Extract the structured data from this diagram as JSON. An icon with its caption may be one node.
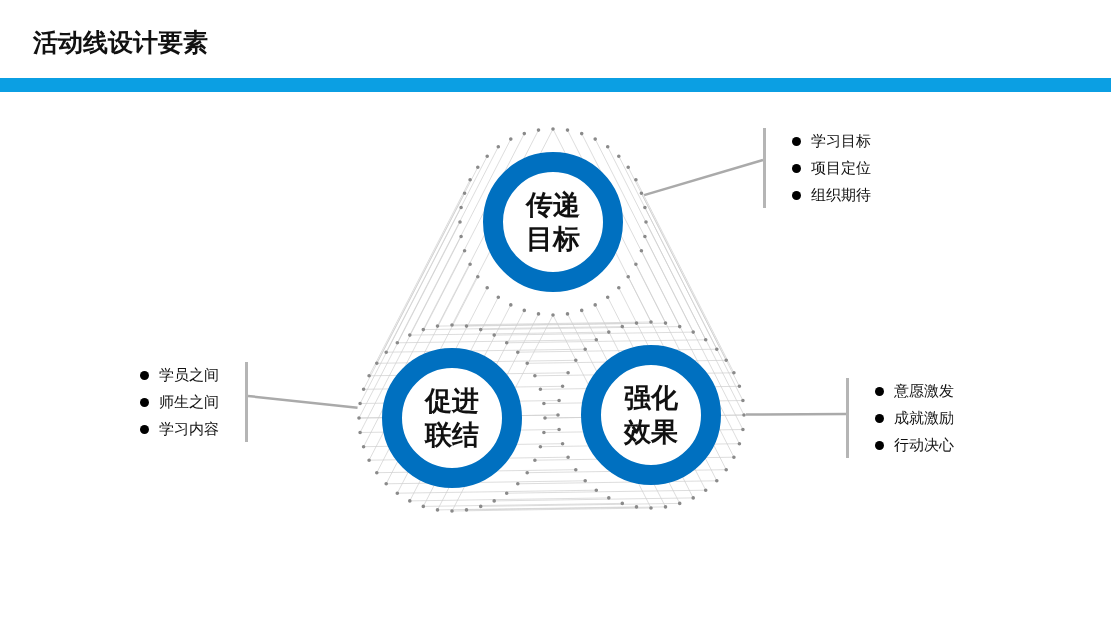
{
  "diagram": {
    "title": "活动线设计要素",
    "nodes": [
      {
        "text": [
          "传递目标"
        ]
      },
      {
        "text": [
          "促进联结"
        ]
      },
      {
        "text": [
          "强化效果"
        ]
      },
      {
        "text": [
          "学习目标",
          "项目定位",
          "组织期待"
        ]
      },
      {
        "text": [
          "学员之间",
          "师生之间",
          "学习内容"
        ]
      },
      {
        "text": [
          "意愿激发",
          "成就激励",
          "行动决心"
        ]
      }
    ],
    "edges": [
      {
        "from": 3,
        "to": 0,
        "arrow": "none"
      },
      {
        "from": 4,
        "to": 1,
        "arrow": "none"
      },
      {
        "from": 5,
        "to": 2,
        "arrow": "none"
      }
    ]
  }
}
